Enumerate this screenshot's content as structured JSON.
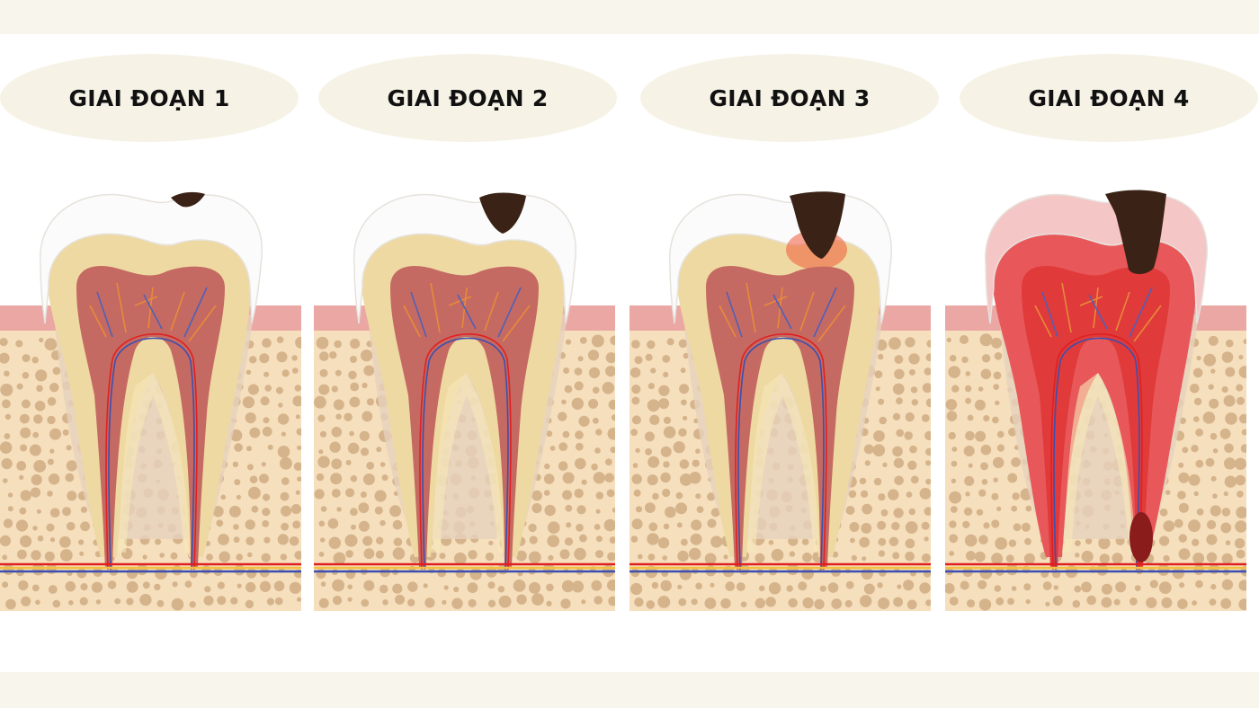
{
  "stages": [
    {
      "label": "GIAI ĐOẠN 1"
    },
    {
      "label": "GIAI ĐOẠN 2"
    },
    {
      "label": "GIAI ĐOẠN 3"
    },
    {
      "label": "GIAI ĐOẠN 4"
    }
  ],
  "colors": {
    "background_band": "#f7f5ec",
    "label_pill": "#f6f3e6",
    "gum": "#eaa7a3",
    "bone": "#f6dfbd",
    "bone_dots": "#d5b38b",
    "enamel": "#fbfbfb",
    "dentin": "#eed9a2",
    "pulp": "#c56a62",
    "cavity": "#3a2316",
    "inflamed_pulp": "#e03a3a"
  }
}
